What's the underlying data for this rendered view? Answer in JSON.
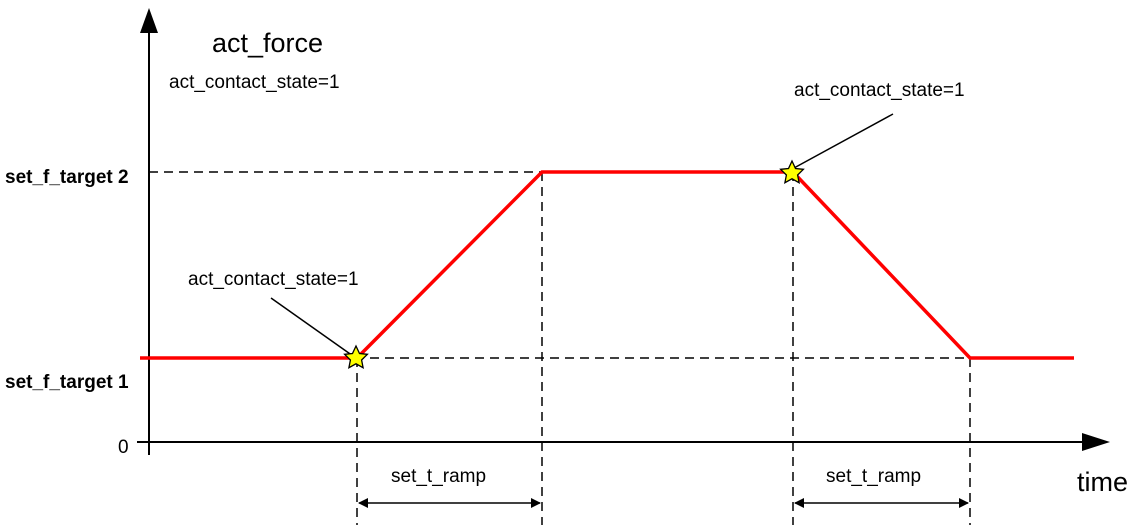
{
  "axis": {
    "y_title": "act_force",
    "x_title": "time",
    "origin": "0"
  },
  "y_levels": {
    "target1": "set_f_target 1",
    "target2": "set_f_target 2"
  },
  "annotations": {
    "top_left": "act_contact_state=1",
    "contact1": "act_contact_state=1",
    "contact2": "act_contact_state=1"
  },
  "intervals": {
    "ramp1": "set_t_ramp",
    "ramp2": "set_t_ramp"
  },
  "colors": {
    "profile": "#ff0000",
    "marker_fill": "#ffff00",
    "line": "#000000"
  }
}
